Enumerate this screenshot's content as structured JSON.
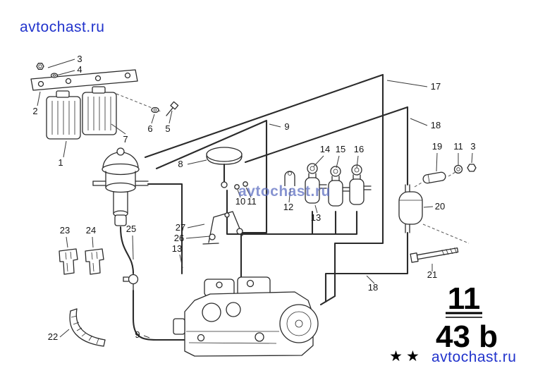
{
  "watermarks": {
    "top_left": "avtochast.ru",
    "center": "avtochast.ru",
    "bottom_right": "avtochast.ru"
  },
  "colors": {
    "watermark_blue": "#2133cc",
    "watermark_center": "#5a6bc0",
    "line": "#2b2b2b"
  },
  "plate": {
    "section": "11",
    "page": "43 b",
    "stars": "★★"
  },
  "callouts": [
    {
      "label": "3"
    },
    {
      "label": "4"
    },
    {
      "label": "2"
    },
    {
      "label": "1"
    },
    {
      "label": "7"
    },
    {
      "label": "6"
    },
    {
      "label": "5"
    },
    {
      "label": "17"
    },
    {
      "label": "9"
    },
    {
      "label": "18"
    },
    {
      "label": "8"
    },
    {
      "label": "14"
    },
    {
      "label": "15"
    },
    {
      "label": "16"
    },
    {
      "label": "19"
    },
    {
      "label": "11"
    },
    {
      "label": "3"
    },
    {
      "label": "10"
    },
    {
      "label": "11"
    },
    {
      "label": "12"
    },
    {
      "label": "13"
    },
    {
      "label": "20"
    },
    {
      "label": "27"
    },
    {
      "label": "26"
    },
    {
      "label": "13"
    },
    {
      "label": "23"
    },
    {
      "label": "24"
    },
    {
      "label": "25"
    },
    {
      "label": "18"
    },
    {
      "label": "21"
    },
    {
      "label": "9"
    },
    {
      "label": "22"
    }
  ]
}
